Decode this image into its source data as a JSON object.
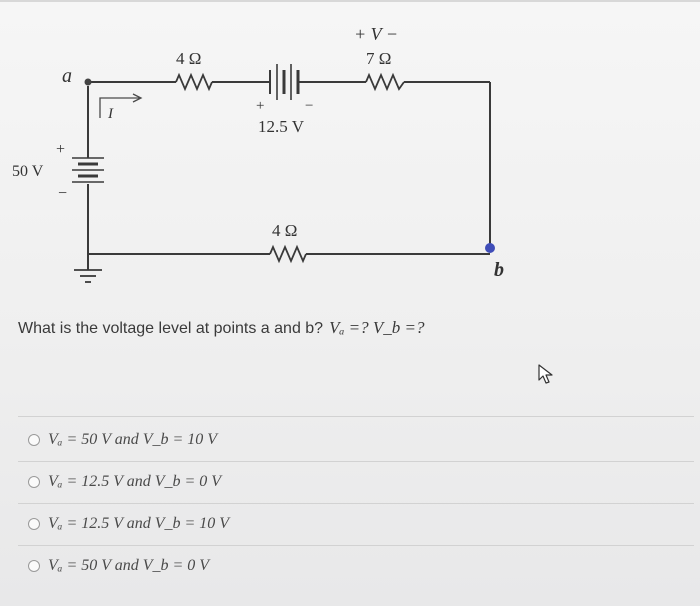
{
  "circuit": {
    "node_a": "a",
    "node_b": "b",
    "current_label": "I",
    "source_voltage": "50 V",
    "source_plus": "+",
    "source_minus": "−",
    "r_top_left": "4 Ω",
    "battery_plus": "+",
    "battery_minus": "−",
    "battery_voltage": "12.5 V",
    "v_label": "+ V −",
    "r_top_right": "7 Ω",
    "r_bottom": "4 Ω"
  },
  "question": {
    "text": "What is the voltage level at points a and b?",
    "math": "Vₐ =? V_b =?"
  },
  "options": [
    {
      "label": "Vₐ = 50 V and V_b = 10 V"
    },
    {
      "label": "Vₐ = 12.5 V and V_b = 0 V"
    },
    {
      "label": "Vₐ = 12.5 V and V_b = 10 V"
    },
    {
      "label": "Vₐ = 50 V and V_b = 0 V"
    }
  ]
}
